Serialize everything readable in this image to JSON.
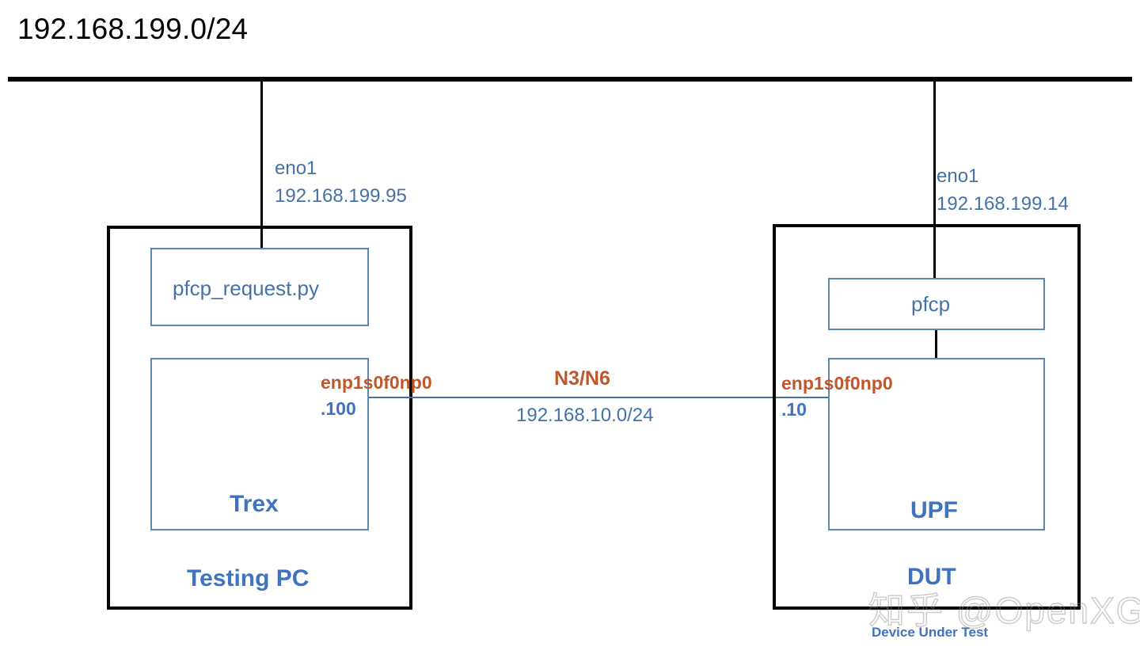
{
  "diagram": {
    "subnet_title": "192.168.199.0/24",
    "management_network": {
      "left_node": {
        "interface": "eno1",
        "ip": "192.168.199.95"
      },
      "right_node": {
        "interface": "eno1",
        "ip": "192.168.199.14"
      }
    },
    "left_system": {
      "title": "Testing PC",
      "components": [
        {
          "label": "pfcp_request.py"
        },
        {
          "label": "Trex"
        }
      ],
      "data_interface": {
        "name": "enp1s0f0np0",
        "address_suffix": ".100"
      }
    },
    "right_system": {
      "title": "DUT",
      "subtitle": "Device Under Test",
      "components": [
        {
          "label": "pfcp"
        },
        {
          "label": "UPF"
        }
      ],
      "data_interface": {
        "name": "enp1s0f0np0",
        "address_suffix": ".10"
      }
    },
    "data_link": {
      "name": "N3/N6",
      "subnet": "192.168.10.0/24"
    },
    "watermark": "知乎 @OpenXG",
    "colors": {
      "blue_text": "#4472a8",
      "blue_bold": "#3f72bf",
      "orange_text": "#c0562a",
      "box_border_blue": "#5b87b0",
      "box_border_black": "#000000"
    }
  }
}
